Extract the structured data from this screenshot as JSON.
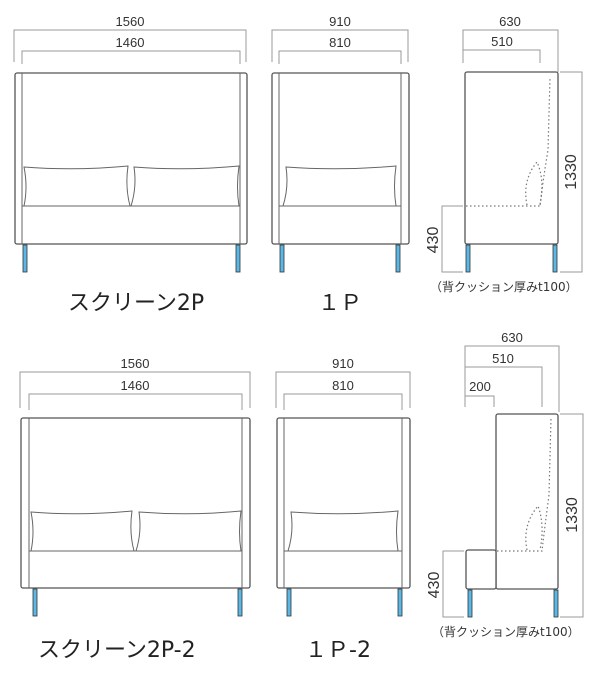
{
  "colors": {
    "leg": "#5bb8e6",
    "outline": "#555555",
    "dimension": "#9a9a9a"
  },
  "top": {
    "sofa_2p": {
      "label": "スクリーン2P",
      "width_outer": "1560",
      "width_inner": "1460"
    },
    "sofa_1p": {
      "label": "１Ｐ",
      "width_outer": "910",
      "width_inner": "810"
    },
    "side": {
      "depth_outer": "630",
      "depth_inner": "510",
      "height": "1330",
      "seat_height": "430",
      "note": "（背クッション厚みt100）"
    }
  },
  "bottom": {
    "sofa_2p": {
      "label": "スクリーン2P-2",
      "width_outer": "1560",
      "width_inner": "1460"
    },
    "sofa_1p": {
      "label": "１Ｐ-2",
      "width_outer": "910",
      "width_inner": "810"
    },
    "side": {
      "depth_outer": "630",
      "depth_inner": "510",
      "depth_front": "200",
      "height": "1330",
      "seat_height": "430",
      "note": "（背クッション厚みt100）"
    }
  }
}
